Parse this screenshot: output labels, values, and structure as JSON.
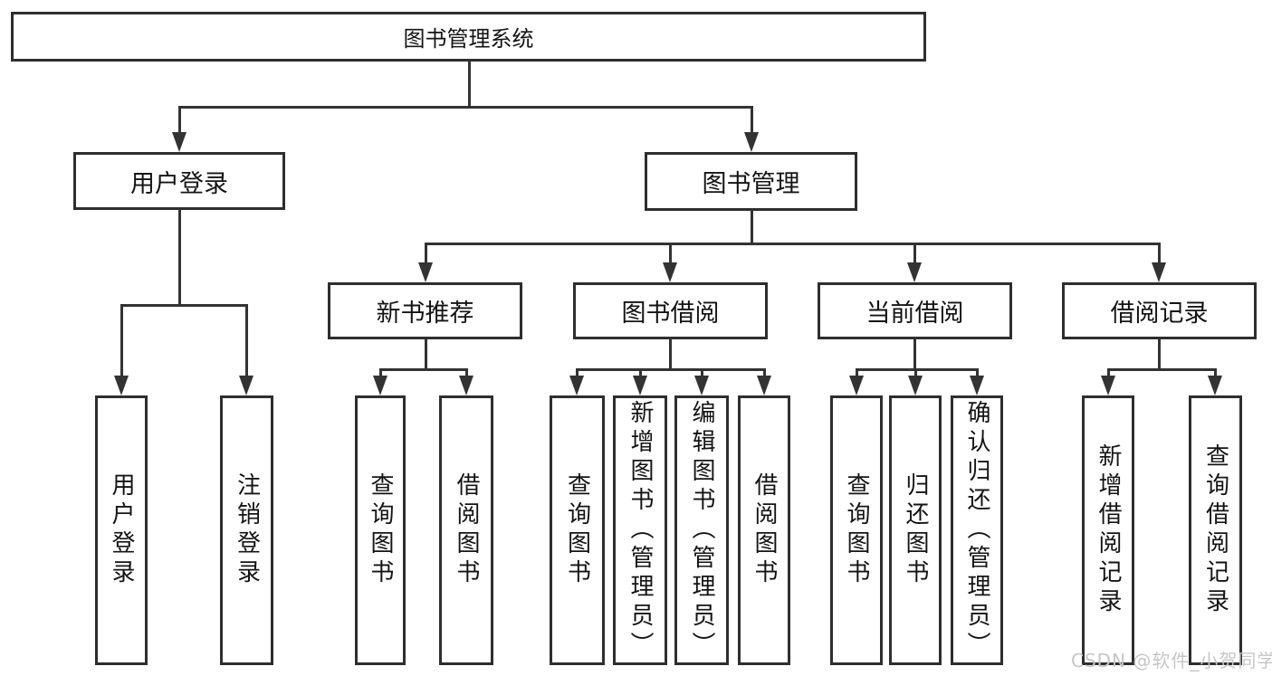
{
  "diagram": {
    "root": {
      "label": "图书管理系统"
    },
    "branches": [
      {
        "label": "用户登录",
        "children": [
          {
            "label": "用户登录"
          },
          {
            "label": "注销登录"
          }
        ]
      },
      {
        "label": "图书管理",
        "children": [
          {
            "label": "新书推荐",
            "children": [
              {
                "label": "查询图书"
              },
              {
                "label": "借阅图书"
              }
            ]
          },
          {
            "label": "图书借阅",
            "children": [
              {
                "label": "查询图书"
              },
              {
                "label": "新增图书（管理员）"
              },
              {
                "label": "编辑图书（管理员）"
              },
              {
                "label": "借阅图书"
              }
            ]
          },
          {
            "label": "当前借阅",
            "children": [
              {
                "label": "查询图书"
              },
              {
                "label": "归还图书"
              },
              {
                "label": "确认归还（管理员）"
              }
            ]
          },
          {
            "label": "借阅记录",
            "children": [
              {
                "label": "新增借阅记录"
              },
              {
                "label": "查询借阅记录"
              }
            ]
          }
        ]
      }
    ]
  },
  "watermark": {
    "text": "CSDN @软件_小贺同学",
    "color": "#c6c6c6"
  },
  "colors": {
    "line": "#333333",
    "border": "#2e2e2e",
    "text": "#141414",
    "background": "#ffffff"
  }
}
